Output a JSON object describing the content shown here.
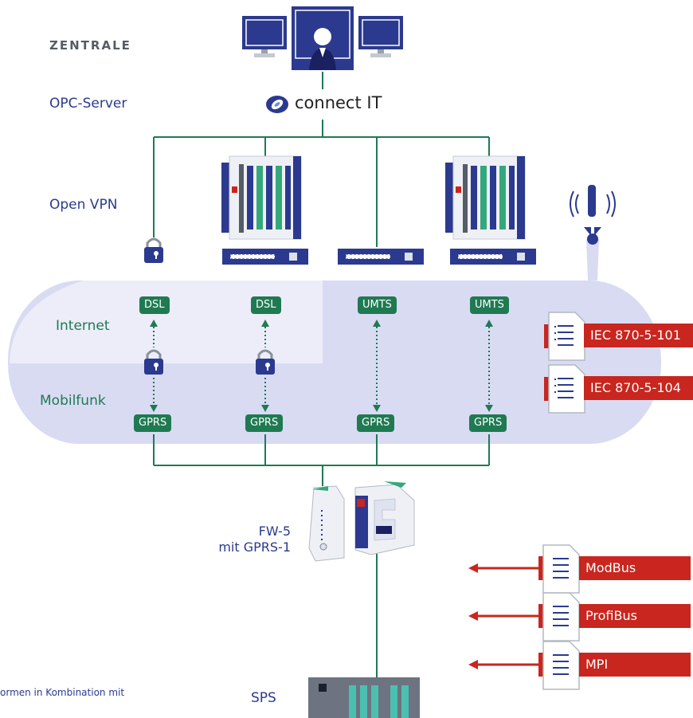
{
  "labels": {
    "zentrale": "ZENTRALE",
    "opc_server": "OPC-Server",
    "open_vpn": "Open VPN",
    "internet": "Internet",
    "mobilfunk": "Mobilfunk",
    "fw5_line1": "FW-5",
    "fw5_line2": "mit GPRS-1",
    "sps": "SPS",
    "footnote": "ormen in Kombination mit"
  },
  "brand": {
    "name": "connect IT"
  },
  "channels": [
    {
      "top": "DSL",
      "bottom": "GPRS",
      "locked": true
    },
    {
      "top": "DSL",
      "bottom": "GPRS",
      "locked": true
    },
    {
      "top": "UMTS",
      "bottom": "GPRS",
      "locked": false
    },
    {
      "top": "UMTS",
      "bottom": "GPRS",
      "locked": false
    }
  ],
  "protocols_right": [
    "IEC 870-5-101",
    "IEC 870-5-104"
  ],
  "protocols_bottom": [
    "ModBus",
    "ProfiBus",
    "MPI"
  ],
  "colors": {
    "line_green": "#1f7a52",
    "badge_green": "#1f7a52",
    "text_blue": "#2b3a8f",
    "protocol_red": "#c8261e",
    "band_lavender": "#d9dbf3",
    "band_light": "#ecedf9",
    "device_blue": "#2b3a8f"
  }
}
